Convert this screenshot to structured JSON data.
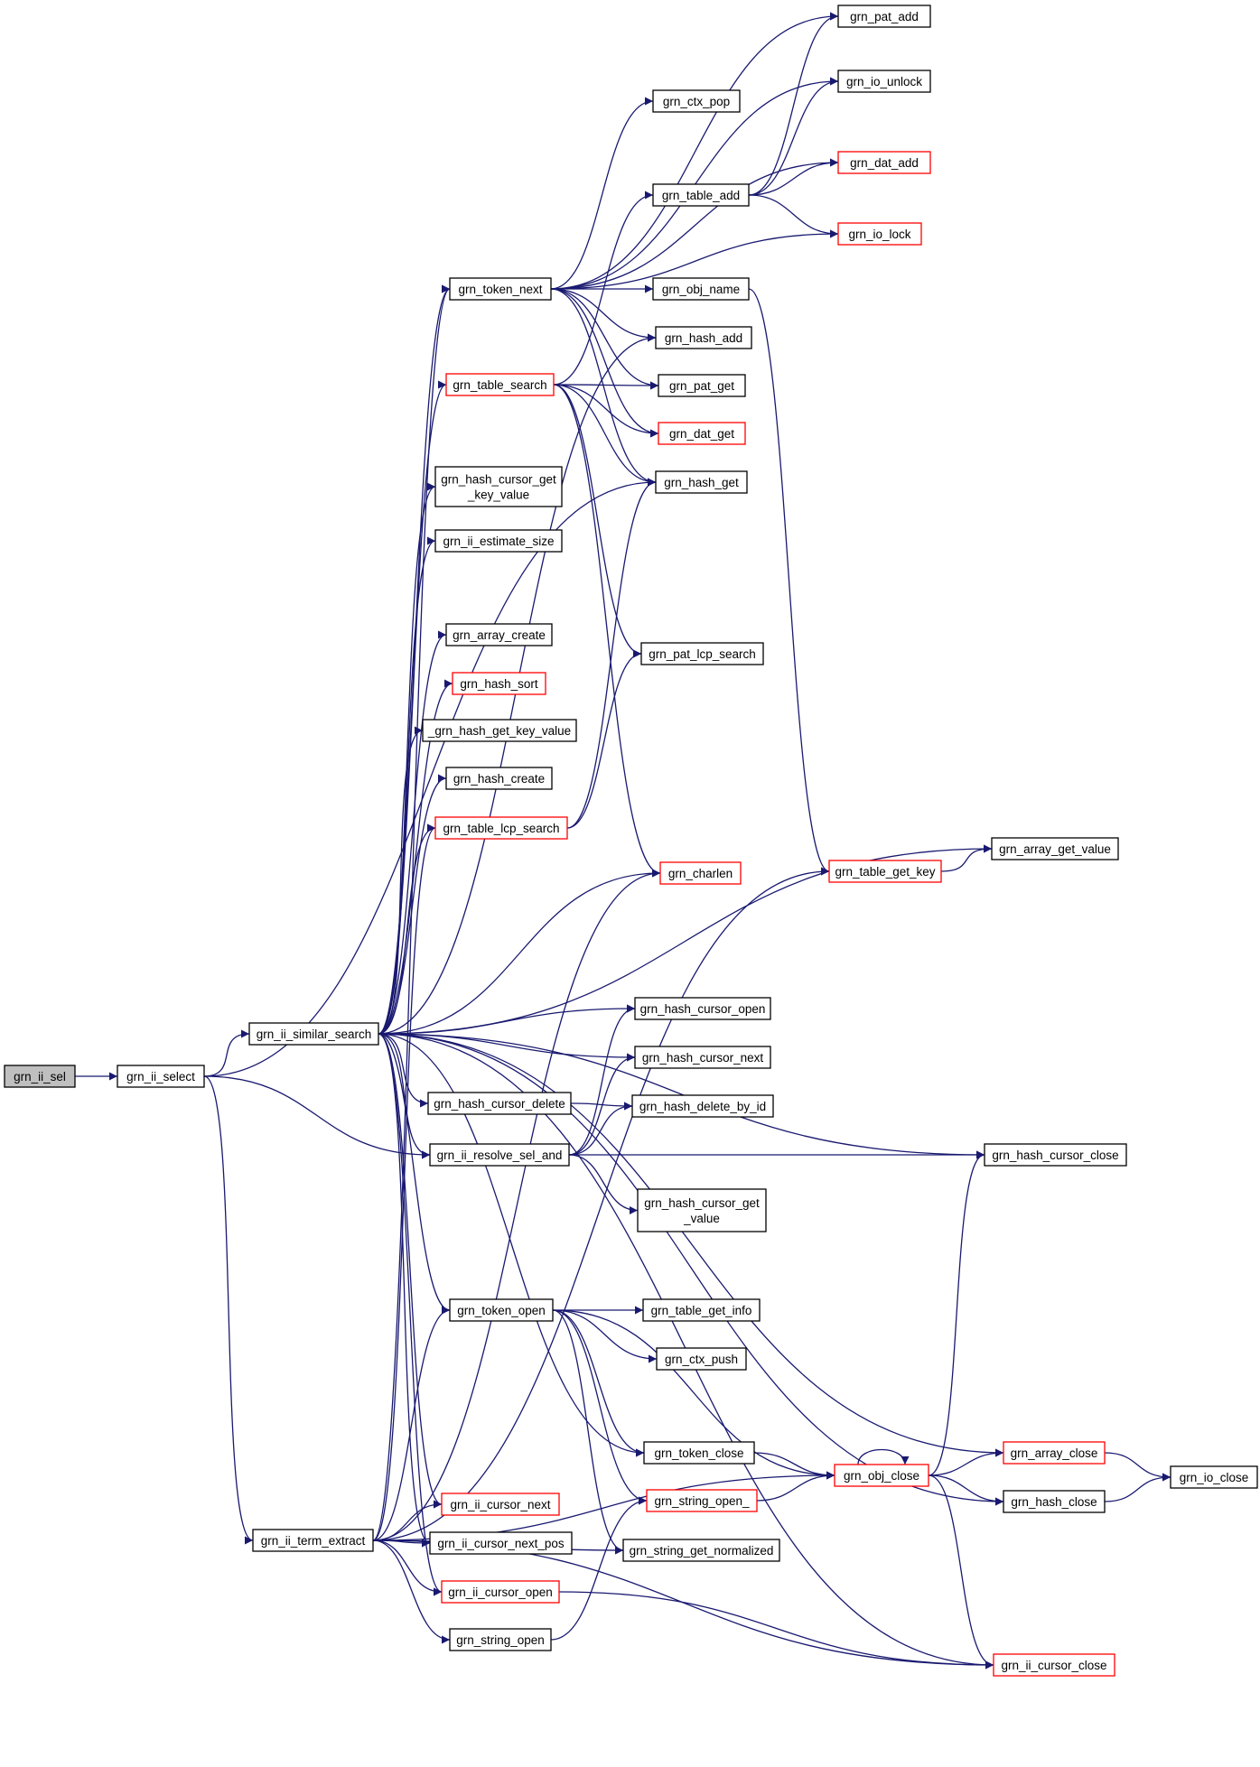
{
  "nodes": {
    "grn_ii_sel": {
      "lines": [
        "grn_ii_sel"
      ],
      "style": "root"
    },
    "grn_ii_select": {
      "lines": [
        "grn_ii_select"
      ],
      "style": "black"
    },
    "grn_ii_similar_search": {
      "lines": [
        "grn_ii_similar_search"
      ],
      "style": "black"
    },
    "grn_ii_term_extract": {
      "lines": [
        "grn_ii_term_extract"
      ],
      "style": "black"
    },
    "grn_token_next": {
      "lines": [
        "grn_token_next"
      ],
      "style": "black"
    },
    "grn_pat_add": {
      "lines": [
        "grn_pat_add"
      ],
      "style": "black"
    },
    "grn_io_unlock": {
      "lines": [
        "grn_io_unlock"
      ],
      "style": "black"
    },
    "grn_ctx_pop": {
      "lines": [
        "grn_ctx_pop"
      ],
      "style": "black"
    },
    "grn_dat_add": {
      "lines": [
        "grn_dat_add"
      ],
      "style": "red"
    },
    "grn_table_add": {
      "lines": [
        "grn_table_add"
      ],
      "style": "black"
    },
    "grn_io_lock": {
      "lines": [
        "grn_io_lock"
      ],
      "style": "red"
    },
    "grn_obj_name": {
      "lines": [
        "grn_obj_name"
      ],
      "style": "black"
    },
    "grn_hash_add": {
      "lines": [
        "grn_hash_add"
      ],
      "style": "black"
    },
    "grn_table_search": {
      "lines": [
        "grn_table_search"
      ],
      "style": "red"
    },
    "grn_pat_get": {
      "lines": [
        "grn_pat_get"
      ],
      "style": "black"
    },
    "grn_dat_get": {
      "lines": [
        "grn_dat_get"
      ],
      "style": "red"
    },
    "grn_hash_get": {
      "lines": [
        "grn_hash_get"
      ],
      "style": "black"
    },
    "grn_hash_cursor_get_key_value": {
      "lines": [
        "grn_hash_cursor_get",
        "_key_value"
      ],
      "style": "black"
    },
    "grn_ii_estimate_size": {
      "lines": [
        "grn_ii_estimate_size"
      ],
      "style": "black"
    },
    "grn_array_create": {
      "lines": [
        "grn_array_create"
      ],
      "style": "black"
    },
    "grn_hash_sort": {
      "lines": [
        "grn_hash_sort"
      ],
      "style": "red"
    },
    "_grn_hash_get_key_value": {
      "lines": [
        "_grn_hash_get_key_value"
      ],
      "style": "black"
    },
    "grn_hash_create": {
      "lines": [
        "grn_hash_create"
      ],
      "style": "black"
    },
    "grn_table_lcp_search": {
      "lines": [
        "grn_table_lcp_search"
      ],
      "style": "red"
    },
    "grn_pat_lcp_search": {
      "lines": [
        "grn_pat_lcp_search"
      ],
      "style": "black"
    },
    "grn_charlen": {
      "lines": [
        "grn_charlen"
      ],
      "style": "red"
    },
    "grn_table_get_key": {
      "lines": [
        "grn_table_get_key"
      ],
      "style": "red"
    },
    "grn_array_get_value": {
      "lines": [
        "grn_array_get_value"
      ],
      "style": "black"
    },
    "grn_hash_cursor_open": {
      "lines": [
        "grn_hash_cursor_open"
      ],
      "style": "black"
    },
    "grn_hash_cursor_next": {
      "lines": [
        "grn_hash_cursor_next"
      ],
      "style": "black"
    },
    "grn_hash_cursor_delete": {
      "lines": [
        "grn_hash_cursor_delete"
      ],
      "style": "black"
    },
    "grn_hash_delete_by_id": {
      "lines": [
        "grn_hash_delete_by_id"
      ],
      "style": "black"
    },
    "grn_ii_resolve_sel_and": {
      "lines": [
        "grn_ii_resolve_sel_and"
      ],
      "style": "black"
    },
    "grn_hash_cursor_close": {
      "lines": [
        "grn_hash_cursor_close"
      ],
      "style": "black"
    },
    "grn_hash_cursor_get_value": {
      "lines": [
        "grn_hash_cursor_get",
        "_value"
      ],
      "style": "black"
    },
    "grn_token_open": {
      "lines": [
        "grn_token_open"
      ],
      "style": "black"
    },
    "grn_table_get_info": {
      "lines": [
        "grn_table_get_info"
      ],
      "style": "black"
    },
    "grn_ctx_push": {
      "lines": [
        "grn_ctx_push"
      ],
      "style": "black"
    },
    "grn_token_close": {
      "lines": [
        "grn_token_close"
      ],
      "style": "black"
    },
    "grn_obj_close": {
      "lines": [
        "grn_obj_close"
      ],
      "style": "red"
    },
    "grn_array_close": {
      "lines": [
        "grn_array_close"
      ],
      "style": "red"
    },
    "grn_io_close": {
      "lines": [
        "grn_io_close"
      ],
      "style": "black"
    },
    "grn_hash_close": {
      "lines": [
        "grn_hash_close"
      ],
      "style": "black"
    },
    "grn_ii_cursor_next": {
      "lines": [
        "grn_ii_cursor_next"
      ],
      "style": "red"
    },
    "grn_string_open_": {
      "lines": [
        "grn_string_open_"
      ],
      "style": "red"
    },
    "grn_ii_cursor_next_pos": {
      "lines": [
        "grn_ii_cursor_next_pos"
      ],
      "style": "black"
    },
    "grn_string_get_normalized": {
      "lines": [
        "grn_string_get_normalized"
      ],
      "style": "black"
    },
    "grn_ii_cursor_open": {
      "lines": [
        "grn_ii_cursor_open"
      ],
      "style": "red"
    },
    "grn_string_open": {
      "lines": [
        "grn_string_open"
      ],
      "style": "black"
    },
    "grn_ii_cursor_close": {
      "lines": [
        "grn_ii_cursor_close"
      ],
      "style": "red"
    }
  },
  "edges": [
    [
      "grn_ii_sel",
      "grn_ii_select"
    ],
    [
      "grn_ii_select",
      "grn_ii_similar_search"
    ],
    [
      "grn_ii_select",
      "grn_ii_resolve_sel_and"
    ],
    [
      "grn_ii_select",
      "grn_ii_term_extract"
    ],
    [
      "grn_ii_select",
      "grn_hash_get"
    ],
    [
      "grn_token_next",
      "grn_pat_add"
    ],
    [
      "grn_token_next",
      "grn_io_unlock"
    ],
    [
      "grn_token_next",
      "grn_ctx_pop"
    ],
    [
      "grn_token_next",
      "grn_dat_add"
    ],
    [
      "grn_token_next",
      "grn_io_lock"
    ],
    [
      "grn_token_next",
      "grn_obj_name"
    ],
    [
      "grn_token_next",
      "grn_hash_add"
    ],
    [
      "grn_token_next",
      "grn_pat_get"
    ],
    [
      "grn_token_next",
      "grn_dat_get"
    ],
    [
      "grn_token_next",
      "grn_hash_get"
    ],
    [
      "grn_table_add",
      "grn_pat_add"
    ],
    [
      "grn_table_add",
      "grn_io_unlock"
    ],
    [
      "grn_table_add",
      "grn_dat_add"
    ],
    [
      "grn_table_add",
      "grn_io_lock"
    ],
    [
      "grn_obj_name",
      "grn_table_get_key"
    ],
    [
      "grn_table_search",
      "grn_table_add"
    ],
    [
      "grn_table_search",
      "grn_pat_get"
    ],
    [
      "grn_table_search",
      "grn_dat_get"
    ],
    [
      "grn_table_search",
      "grn_hash_get"
    ],
    [
      "grn_table_search",
      "grn_pat_lcp_search"
    ],
    [
      "grn_table_search",
      "grn_charlen"
    ],
    [
      "grn_table_lcp_search",
      "grn_pat_lcp_search"
    ],
    [
      "grn_table_lcp_search",
      "grn_hash_get"
    ],
    [
      "grn_table_get_key",
      "grn_array_get_value"
    ],
    [
      "grn_ii_similar_search",
      "grn_token_next"
    ],
    [
      "grn_ii_similar_search",
      "grn_hash_add"
    ],
    [
      "grn_ii_similar_search",
      "grn_table_search"
    ],
    [
      "grn_ii_similar_search",
      "grn_hash_cursor_get_key_value"
    ],
    [
      "grn_ii_similar_search",
      "grn_ii_estimate_size"
    ],
    [
      "grn_ii_similar_search",
      "grn_hash_cursor_open"
    ],
    [
      "grn_ii_similar_search",
      "grn_array_create"
    ],
    [
      "grn_ii_similar_search",
      "grn_hash_sort"
    ],
    [
      "grn_ii_similar_search",
      "_grn_hash_get_key_value"
    ],
    [
      "grn_ii_similar_search",
      "grn_hash_create"
    ],
    [
      "grn_ii_similar_search",
      "grn_table_lcp_search"
    ],
    [
      "grn_ii_similar_search",
      "grn_charlen"
    ],
    [
      "grn_ii_similar_search",
      "grn_array_get_value"
    ],
    [
      "grn_ii_similar_search",
      "grn_hash_cursor_next"
    ],
    [
      "grn_ii_similar_search",
      "grn_hash_cursor_delete"
    ],
    [
      "grn_ii_similar_search",
      "grn_ii_resolve_sel_and"
    ],
    [
      "grn_ii_similar_search",
      "grn_hash_cursor_close"
    ],
    [
      "grn_ii_similar_search",
      "grn_token_open"
    ],
    [
      "grn_ii_similar_search",
      "grn_token_close"
    ],
    [
      "grn_ii_similar_search",
      "grn_array_close"
    ],
    [
      "grn_ii_similar_search",
      "grn_hash_close"
    ],
    [
      "grn_ii_similar_search",
      "grn_ii_cursor_next"
    ],
    [
      "grn_ii_similar_search",
      "grn_ii_cursor_next_pos"
    ],
    [
      "grn_ii_similar_search",
      "grn_ii_cursor_open"
    ],
    [
      "grn_ii_similar_search",
      "grn_ii_cursor_close"
    ],
    [
      "grn_hash_cursor_delete",
      "grn_hash_delete_by_id"
    ],
    [
      "grn_ii_resolve_sel_and",
      "grn_hash_cursor_open"
    ],
    [
      "grn_ii_resolve_sel_and",
      "grn_hash_cursor_next"
    ],
    [
      "grn_ii_resolve_sel_and",
      "grn_hash_delete_by_id"
    ],
    [
      "grn_ii_resolve_sel_and",
      "grn_hash_cursor_close"
    ],
    [
      "grn_ii_resolve_sel_and",
      "grn_hash_cursor_get_value"
    ],
    [
      "grn_token_open",
      "grn_table_get_info"
    ],
    [
      "grn_token_open",
      "grn_ctx_push"
    ],
    [
      "grn_token_open",
      "grn_token_close"
    ],
    [
      "grn_token_open",
      "grn_obj_close"
    ],
    [
      "grn_token_open",
      "grn_string_open_"
    ],
    [
      "grn_token_open",
      "grn_string_get_normalized"
    ],
    [
      "grn_token_close",
      "grn_obj_close"
    ],
    [
      "grn_obj_close",
      "grn_obj_close"
    ],
    [
      "grn_obj_close",
      "grn_hash_cursor_close"
    ],
    [
      "grn_obj_close",
      "grn_array_close"
    ],
    [
      "grn_obj_close",
      "grn_hash_close"
    ],
    [
      "grn_obj_close",
      "grn_ii_cursor_close"
    ],
    [
      "grn_array_close",
      "grn_io_close"
    ],
    [
      "grn_hash_close",
      "grn_io_close"
    ],
    [
      "grn_string_open_",
      "grn_obj_close"
    ],
    [
      "grn_ii_term_extract",
      "grn_token_next"
    ],
    [
      "grn_ii_term_extract",
      "grn_table_lcp_search"
    ],
    [
      "grn_ii_term_extract",
      "grn_charlen"
    ],
    [
      "grn_ii_term_extract",
      "grn_table_get_key"
    ],
    [
      "grn_ii_term_extract",
      "grn_token_open"
    ],
    [
      "grn_ii_term_extract",
      "grn_ii_cursor_next"
    ],
    [
      "grn_ii_term_extract",
      "grn_ii_cursor_next_pos"
    ],
    [
      "grn_ii_term_extract",
      "grn_ii_cursor_open"
    ],
    [
      "grn_ii_term_extract",
      "grn_string_open"
    ],
    [
      "grn_ii_term_extract",
      "grn_string_get_normalized"
    ],
    [
      "grn_ii_term_extract",
      "grn_obj_close"
    ],
    [
      "grn_ii_term_extract",
      "grn_ii_cursor_close"
    ],
    [
      "grn_ii_cursor_open",
      "grn_ii_cursor_close"
    ],
    [
      "grn_string_open",
      "grn_string_open_"
    ]
  ]
}
